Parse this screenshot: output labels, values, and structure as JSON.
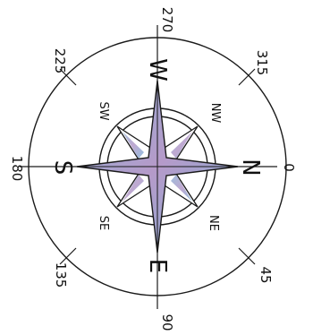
{
  "compass": {
    "degrees": {
      "d0": "0",
      "d45": "45",
      "d90": "90",
      "d135": "135",
      "d180": "180",
      "d225": "225",
      "d270": "270",
      "d315": "315"
    },
    "cardinals": {
      "n": "N",
      "e": "E",
      "s": "S",
      "w": "W"
    },
    "intercardinals": {
      "ne": "NE",
      "se": "SE",
      "sw": "SW",
      "nw": "NW"
    },
    "colors": {
      "ink": "#1a1a1a",
      "star_fill": "#8fb4d8",
      "star_accent": "#b59ac9"
    }
  }
}
